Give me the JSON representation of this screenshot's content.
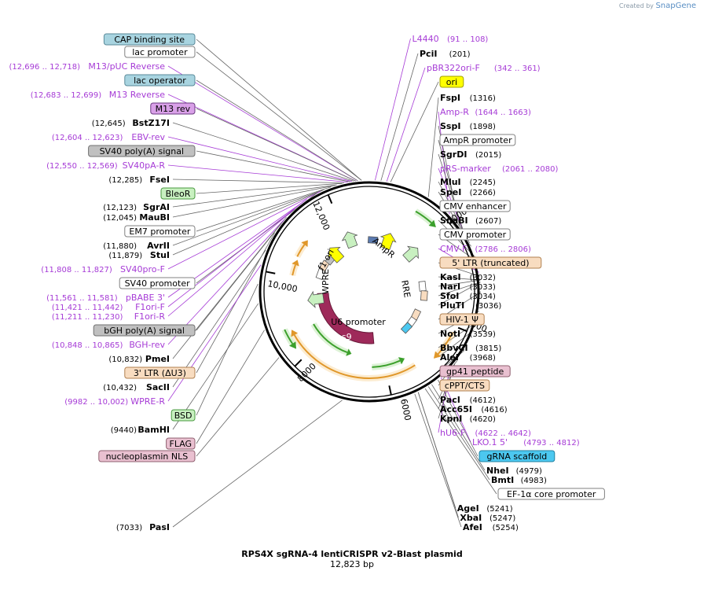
{
  "credit": {
    "prefix": "Created by",
    "brand": "SnapGene"
  },
  "title": {
    "name": "RPS4X sgRNA-4 lentiCRISPR v2-Blast plasmid",
    "size": "12,823 bp"
  },
  "colors": {
    "primer": "#a63bd6",
    "cas9": "#9e2a5a",
    "green_feature": "#3ca02c",
    "orange_feature": "#e0972a",
    "ori": "#ffff00",
    "lac": "#a8d4e0",
    "gray_box": "#c0c0c0",
    "pink_box": "#e9c0d0",
    "tan_box": "#f8dcc0",
    "lightgreen_box": "#c8f0c0",
    "cyan_box": "#4cc8f0"
  },
  "ticks": [
    "2000",
    "4000",
    "6000",
    "8000",
    "10,000",
    "12,000"
  ],
  "inner_labels": [
    "f1 ori",
    "AmpR",
    "WPRE",
    "RRE",
    "U6 promoter",
    "Cas9"
  ],
  "left_labels": [
    {
      "kind": "box",
      "text": "CAP binding site",
      "style": "lac"
    },
    {
      "kind": "box",
      "text": "lac promoter",
      "style": "white"
    },
    {
      "kind": "primer",
      "text": "M13/pUC Reverse",
      "pos": "(12,696 .. 12,718)"
    },
    {
      "kind": "box",
      "text": "lac operator",
      "style": "lac"
    },
    {
      "kind": "primer",
      "text": "M13 Reverse",
      "pos": "(12,683 .. 12,699)"
    },
    {
      "kind": "box",
      "text": "M13 rev",
      "style": "purple"
    },
    {
      "kind": "enzyme",
      "text": "BstZ17I",
      "pos": "(12,645)"
    },
    {
      "kind": "primer",
      "text": "EBV-rev",
      "pos": "(12,604 .. 12,623)"
    },
    {
      "kind": "box",
      "text": "SV40 poly(A) signal",
      "style": "gray"
    },
    {
      "kind": "primer",
      "text": "SV40pA-R",
      "pos": "(12,550 .. 12,569)"
    },
    {
      "kind": "enzyme",
      "text": "FseI",
      "pos": "(12,285)"
    },
    {
      "kind": "box",
      "text": "BleoR",
      "style": "lightgreen"
    },
    {
      "kind": "enzyme",
      "text": "SgrAI",
      "pos": "(12,123)"
    },
    {
      "kind": "enzyme",
      "text": "MauBI",
      "pos": "(12,045)"
    },
    {
      "kind": "box",
      "text": "EM7 promoter",
      "style": "white"
    },
    {
      "kind": "enzyme",
      "text": "AvrII",
      "pos": "(11,880)"
    },
    {
      "kind": "enzyme",
      "text": "StuI",
      "pos": "(11,879)"
    },
    {
      "kind": "primer",
      "text": "SV40pro-F",
      "pos": "(11,808 .. 11,827)"
    },
    {
      "kind": "box",
      "text": "SV40 promoter",
      "style": "white"
    },
    {
      "kind": "primer",
      "text": "pBABE 3'",
      "pos": "(11,561 .. 11,581)"
    },
    {
      "kind": "primer",
      "text": "F1ori-F",
      "pos": "(11,421 .. 11,442)"
    },
    {
      "kind": "primer",
      "text": "F1ori-R",
      "pos": "(11,211 .. 11,230)"
    },
    {
      "kind": "box",
      "text": "bGH poly(A) signal",
      "style": "gray"
    },
    {
      "kind": "primer",
      "text": "BGH-rev",
      "pos": "(10,848 .. 10,865)"
    },
    {
      "kind": "enzyme",
      "text": "PmeI",
      "pos": "(10,832)"
    },
    {
      "kind": "box",
      "text": "3' LTR (ΔU3)",
      "style": "tan"
    },
    {
      "kind": "enzyme",
      "text": "SacII",
      "pos": "(10,432)"
    },
    {
      "kind": "primer",
      "text": "WPRE-R",
      "pos": "(9982 .. 10,002)"
    },
    {
      "kind": "box",
      "text": "BSD",
      "style": "lightgreen"
    },
    {
      "kind": "enzyme",
      "text": "BamHI",
      "pos": "(9440)"
    },
    {
      "kind": "box",
      "text": "FLAG",
      "style": "pink"
    },
    {
      "kind": "box",
      "text": "nucleoplasmin NLS",
      "style": "pink"
    },
    {
      "kind": "enzyme",
      "text": "PasI",
      "pos": "(7033)"
    }
  ],
  "right_labels": [
    {
      "kind": "primer",
      "text": "L4440",
      "pos": "(91 .. 108)"
    },
    {
      "kind": "enzyme",
      "text": "PciI",
      "pos": "(201)"
    },
    {
      "kind": "primer",
      "text": "pBR322ori-F",
      "pos": "(342 .. 361)"
    },
    {
      "kind": "box",
      "text": "ori",
      "style": "yellow"
    },
    {
      "kind": "enzyme",
      "text": "FspI",
      "pos": "(1316)"
    },
    {
      "kind": "primer",
      "text": "Amp-R",
      "pos": "(1644 .. 1663)"
    },
    {
      "kind": "enzyme",
      "text": "SspI",
      "pos": "(1898)"
    },
    {
      "kind": "box",
      "text": "AmpR promoter",
      "style": "white"
    },
    {
      "kind": "enzyme",
      "text": "SgrDI",
      "pos": "(2015)"
    },
    {
      "kind": "primer",
      "text": "pRS-marker",
      "pos": "(2061 .. 2080)"
    },
    {
      "kind": "enzyme",
      "text": "MluI",
      "pos": "(2245)"
    },
    {
      "kind": "enzyme",
      "text": "SpeI",
      "pos": "(2266)"
    },
    {
      "kind": "box",
      "text": "CMV enhancer",
      "style": "white"
    },
    {
      "kind": "enzyme",
      "text": "SnaBI",
      "pos": "(2607)"
    },
    {
      "kind": "box",
      "text": "CMV promoter",
      "style": "white"
    },
    {
      "kind": "primer",
      "text": "CMV-F",
      "pos": "(2786 .. 2806)"
    },
    {
      "kind": "box",
      "text": "5' LTR (truncated)",
      "style": "tan"
    },
    {
      "kind": "enzyme",
      "text": "KasI",
      "pos": "(3032)"
    },
    {
      "kind": "enzyme",
      "text": "NarI",
      "pos": "(3033)"
    },
    {
      "kind": "enzyme",
      "text": "SfoI",
      "pos": "(3034)"
    },
    {
      "kind": "enzyme",
      "text": "PluTI",
      "pos": "(3036)"
    },
    {
      "kind": "box",
      "text": "HIV-1 Ψ",
      "style": "tan"
    },
    {
      "kind": "enzyme",
      "text": "NotI",
      "pos": "(3539)"
    },
    {
      "kind": "enzyme",
      "text": "BbvCI",
      "pos": "(3815)"
    },
    {
      "kind": "enzyme",
      "text": "AleI",
      "pos": "(3968)"
    },
    {
      "kind": "box",
      "text": "gp41 peptide",
      "style": "pink"
    },
    {
      "kind": "box",
      "text": "cPPT/CTS",
      "style": "tan"
    },
    {
      "kind": "enzyme",
      "text": "PacI",
      "pos": "(4612)"
    },
    {
      "kind": "enzyme",
      "text": "Acc65I",
      "pos": "(4616)"
    },
    {
      "kind": "enzyme",
      "text": "KpnI",
      "pos": "(4620)"
    },
    {
      "kind": "primer",
      "text": "hU6-F",
      "pos": "(4622 .. 4642)"
    },
    {
      "kind": "primer",
      "text": "LKO.1 5'",
      "pos": "(4793 .. 4812)"
    },
    {
      "kind": "box",
      "text": "gRNA scaffold",
      "style": "cyan"
    },
    {
      "kind": "enzyme",
      "text": "NheI",
      "pos": "(4979)"
    },
    {
      "kind": "enzyme",
      "text": "BmtI",
      "pos": "(4983)"
    },
    {
      "kind": "box",
      "text": "EF-1α core promoter",
      "style": "white"
    },
    {
      "kind": "enzyme",
      "text": "AgeI",
      "pos": "(5241)"
    },
    {
      "kind": "enzyme",
      "text": "XbaI",
      "pos": "(5247)"
    },
    {
      "kind": "enzyme",
      "text": "AfeI",
      "pos": "(5254)"
    }
  ]
}
